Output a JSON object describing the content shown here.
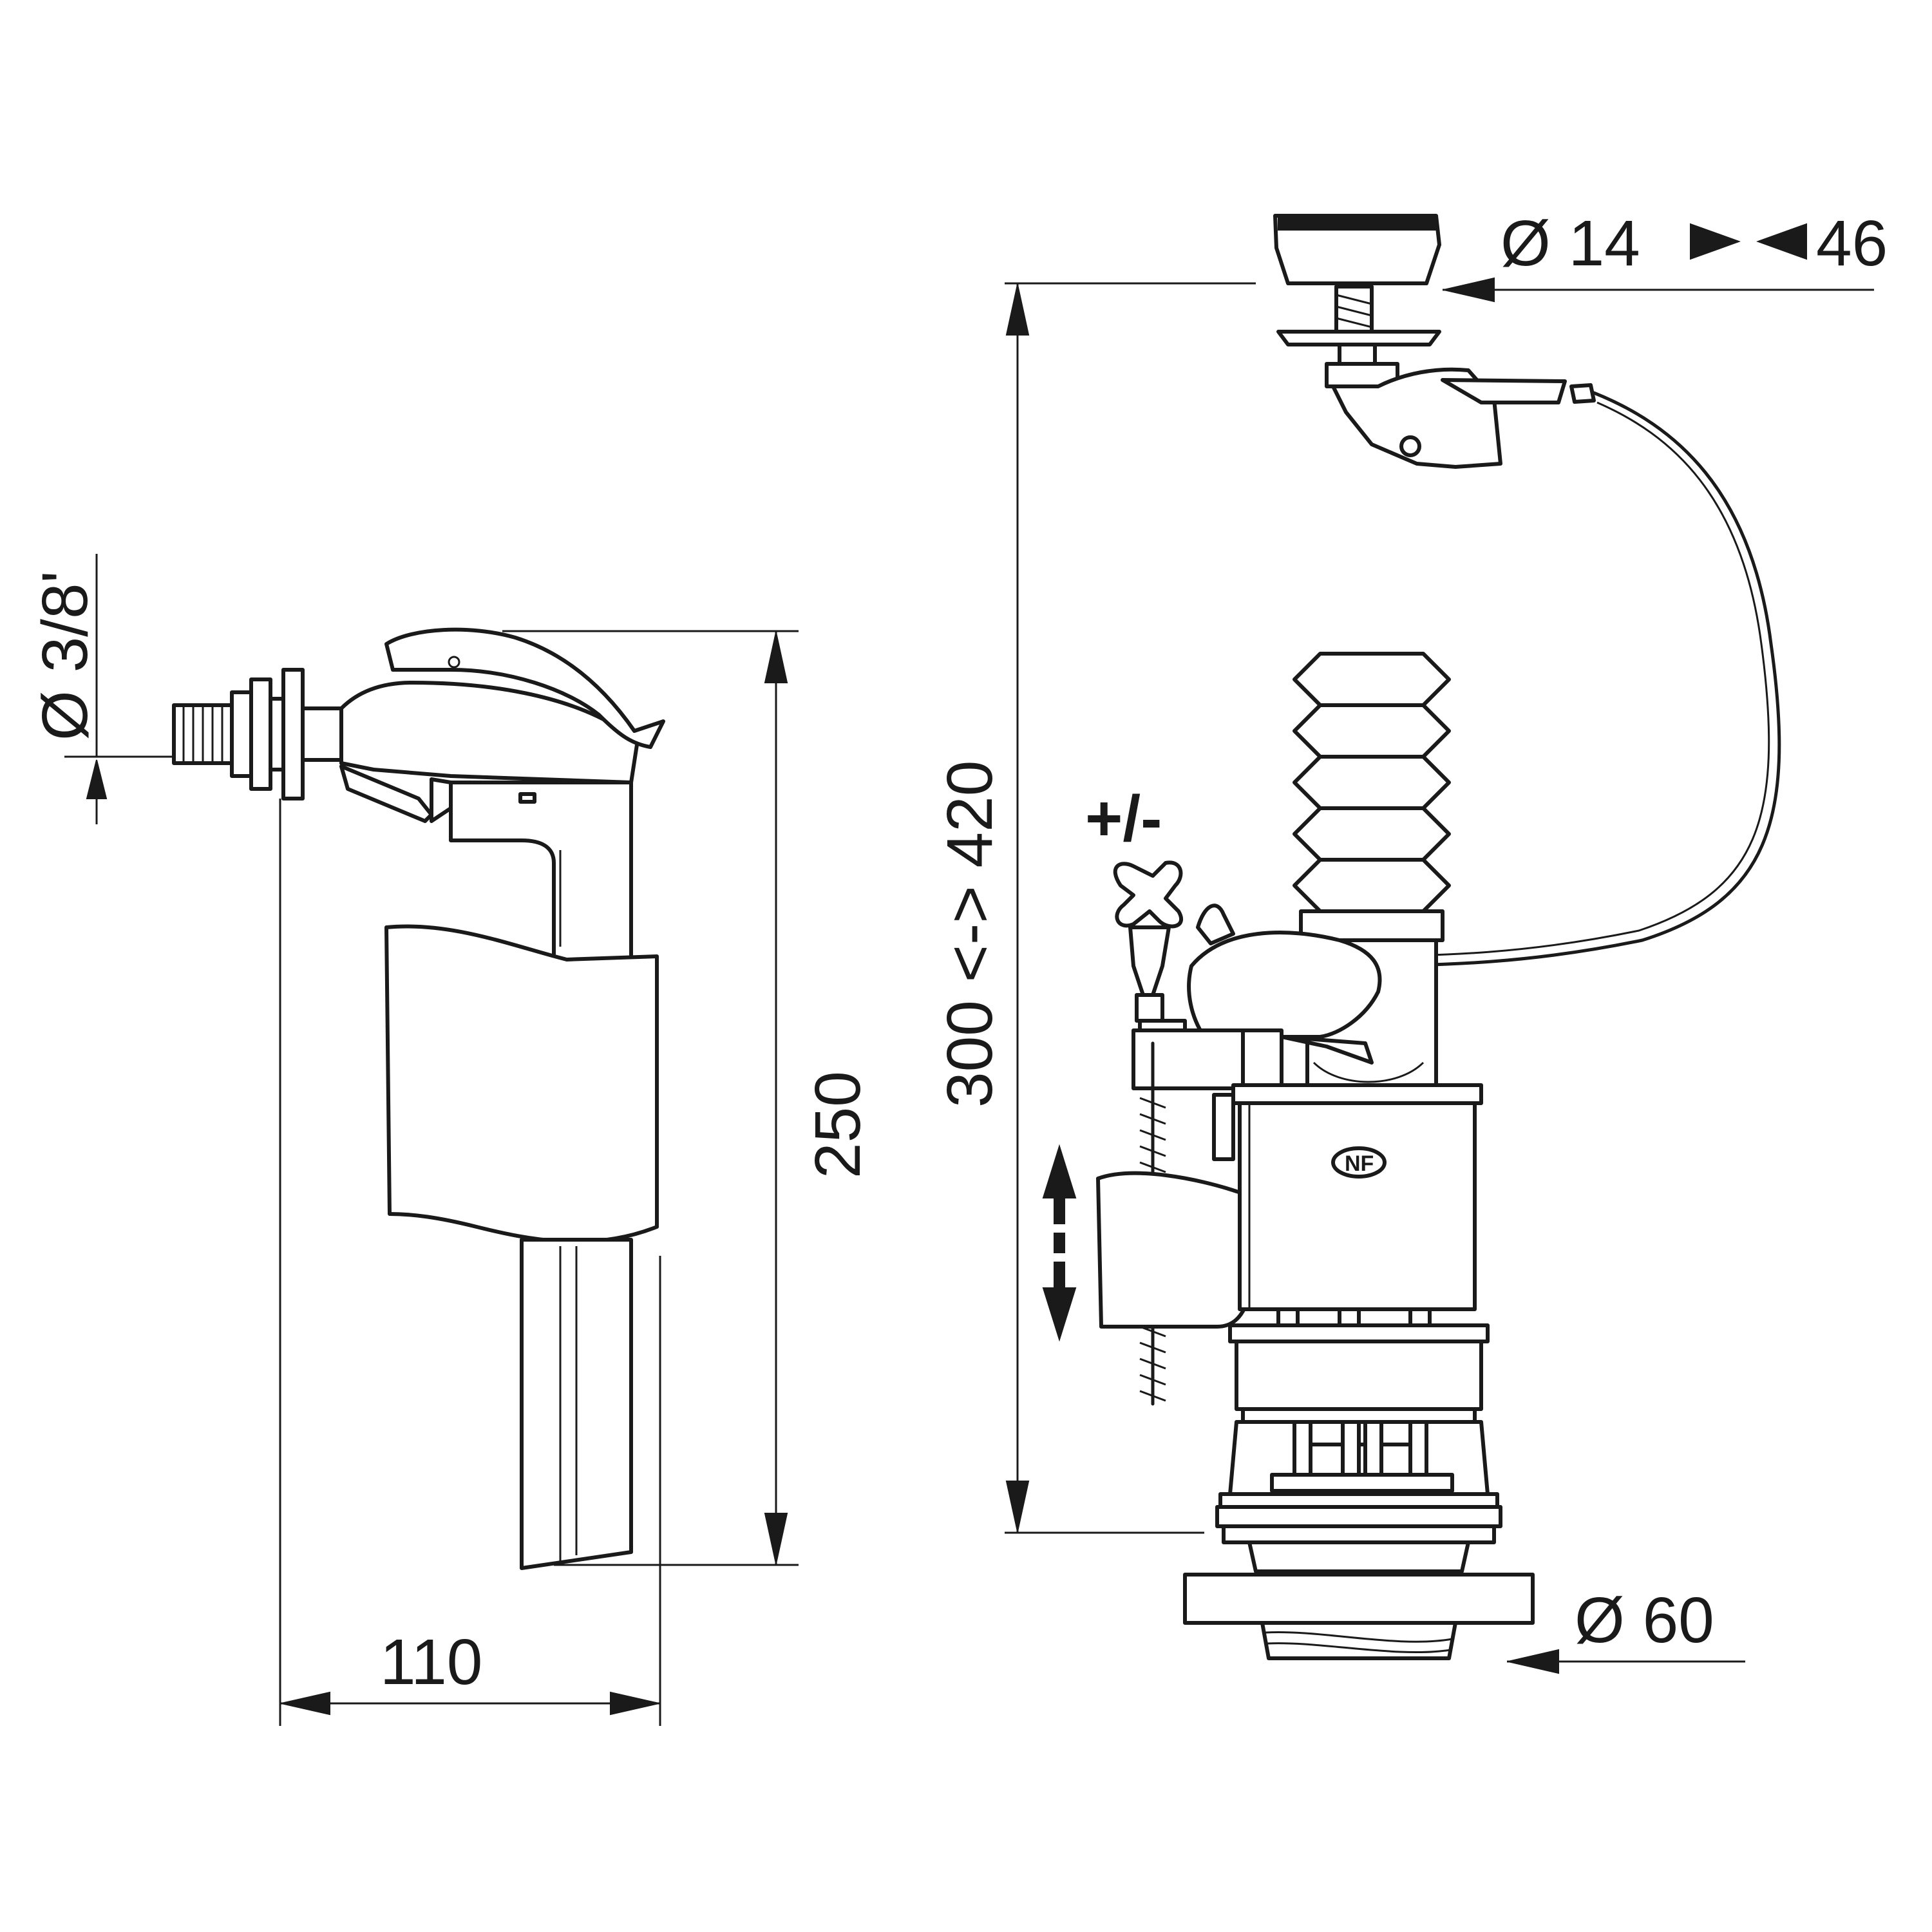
{
  "fill_valve": {
    "inlet_diameter_label": "Ø 3/8'",
    "height_label": "250",
    "width_label": "110"
  },
  "flush_valve": {
    "button_diameter_label": "Ø 14",
    "button_diameter_max_label": "46",
    "height_range_label": "300 <-> 420",
    "adjust_label": "+/-",
    "base_diameter_label": "Ø 60",
    "nf_mark": "NF"
  },
  "colors": {
    "line": "#1a1a1a",
    "background": "#ffffff"
  }
}
